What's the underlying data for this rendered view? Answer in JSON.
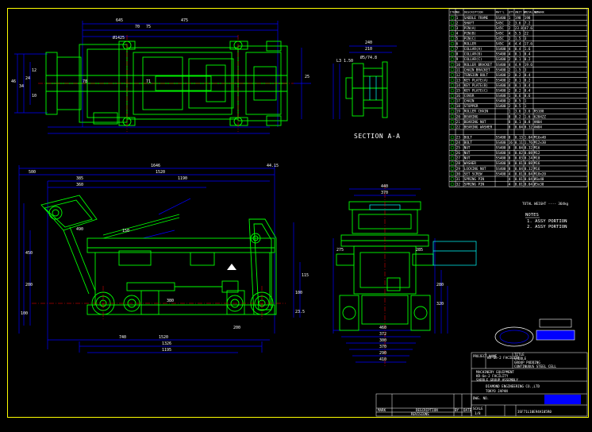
{
  "top_view": {
    "dims_top": [
      "645",
      "475",
      "70",
      "75"
    ],
    "dims_left": [
      "46",
      "34",
      "24",
      "12",
      "10"
    ],
    "labels": [
      "Ø1425",
      "78",
      "71",
      "25"
    ]
  },
  "section": {
    "label": "SECTION A-A",
    "dims": [
      "240",
      "210",
      "Ø5/74.8",
      "L3 1.50"
    ]
  },
  "side_view": {
    "dims_top": [
      "1646",
      "1520",
      "1190",
      "500",
      "385",
      "360",
      "44.15"
    ],
    "dims_bottom": [
      "1520",
      "1326",
      "1195",
      "490",
      "380",
      "200",
      "740"
    ],
    "dims_left": [
      "100",
      "150",
      "200",
      "450"
    ],
    "dims_right": [
      "100",
      "115",
      "23.5"
    ]
  },
  "end_view": {
    "dims_top": [
      "440",
      "370"
    ],
    "dims_bottom": [
      "460",
      "372",
      "300",
      "370",
      "290",
      "410"
    ],
    "dims_side": [
      "275",
      "285",
      "280",
      "320"
    ]
  },
  "bom": {
    "headers": [
      "ITEM",
      "NO.",
      "DESCRIPTION",
      "MAT'L",
      "QTY",
      "UNIT WT.",
      "TOTAL WT.",
      "REMARK"
    ],
    "rows": [
      [
        "1",
        "SADDLE FRAME",
        "SS400",
        "1",
        "198",
        "198",
        ""
      ],
      [
        "2",
        "SHAFT",
        "S45C",
        "2",
        "3.6",
        "7.2",
        ""
      ],
      [
        "3",
        "PIN(A)",
        "S45C",
        "2",
        "23.8",
        "47.6",
        ""
      ],
      [
        "4",
        "PIN(B)",
        "S45C",
        "4",
        "5.5",
        "22",
        ""
      ],
      [
        "5",
        "PIN(C)",
        "S45C",
        "2",
        "1.5",
        "3",
        ""
      ],
      [
        "6",
        "ROLLER",
        "S45C",
        "4",
        "4.4",
        "17.6",
        ""
      ],
      [
        "7",
        "COLLAR(A)",
        "SS400",
        "4",
        "0.4",
        "1.6",
        ""
      ],
      [
        "8",
        "COLLAR(B)",
        "SS400",
        "4",
        "0.1",
        "0.4",
        ""
      ],
      [
        "9",
        "COLLAR(C)",
        "SS400",
        "2",
        "0.1",
        "0.2",
        ""
      ],
      [
        "10",
        "ROLLER BRACKET",
        "SS400",
        "4",
        "4.9",
        "19.6",
        ""
      ],
      [
        "11",
        "CHAIN BRACKET",
        "SS400",
        "2",
        "1.5",
        "3",
        ""
      ],
      [
        "12",
        "TENSION BOLT",
        "SS400",
        "2",
        "0.2",
        "0.4",
        ""
      ],
      [
        "13",
        "KEY PLATE(A)",
        "SS400",
        "2",
        "0.1",
        "0.2",
        ""
      ],
      [
        "14",
        "KEY PLATE(B)",
        "SS400",
        "4",
        "0.1",
        "0.4",
        ""
      ],
      [
        "15",
        "KEY PLATE(C)",
        "SS400",
        "2",
        "0.2",
        "0.4",
        ""
      ],
      [
        "16",
        "COVER",
        "SS400",
        "1",
        "0.6",
        "0.6",
        ""
      ],
      [
        "17",
        "CHAIN",
        "SS400",
        "2",
        "0.5",
        "1",
        ""
      ],
      [
        "18",
        "STOPPER",
        "SS400",
        "2",
        "0.5",
        "1",
        ""
      ],
      [
        "19",
        "ROLLER CHAIN",
        "",
        "1",
        "3.6",
        "3.6",
        "RS100"
      ],
      [
        "20",
        "BEARING",
        "",
        "8",
        "0.2",
        "1.6",
        "6204ZZ"
      ],
      [
        "21",
        "BEARING NUT",
        "",
        "8",
        "0.1",
        "0.8",
        "AN04"
      ],
      [
        "22",
        "BEARING WASHER",
        "",
        "8",
        "0.04",
        "0.32",
        "AW04"
      ],
      [
        "",
        "",
        "",
        "",
        "",
        "",
        ""
      ],
      [
        "23",
        "BOLT",
        "SS400",
        "8",
        "0.13",
        "1.04",
        "M16x40"
      ],
      [
        "24",
        "BOLT",
        "SS400",
        "16",
        "0.11",
        "1.76",
        "M12x30"
      ],
      [
        "25",
        "NUT",
        "SS400",
        "8",
        "0.04",
        "0.32",
        "M16"
      ],
      [
        "26",
        "NUT",
        "SS400",
        "4",
        "0.02",
        "0.08",
        "M12"
      ],
      [
        "27",
        "NUT",
        "SS400",
        "8",
        "0.03",
        "0.24",
        "M10"
      ],
      [
        "28",
        "WASHER",
        "SS400",
        "8",
        "0.01",
        "0.08",
        "M16"
      ],
      [
        "29",
        "LOCKING NUT",
        "SS400",
        "8",
        "0.04",
        "0.32",
        "M16"
      ],
      [
        "30",
        "SET SCREW",
        "SS400",
        "4",
        "0.01",
        "0.04",
        "M10x20"
      ],
      [
        "31",
        "SPRING PIN",
        "",
        "4",
        "0.01",
        "0.04",
        "Ø6x40"
      ],
      [
        "32",
        "SPRING PIN",
        "",
        "4",
        "0.01",
        "0.04",
        "Ø5x30"
      ]
    ],
    "total_label": "TOTAL WEIGHT ---- 364kg"
  },
  "notes": {
    "title": "NOTES",
    "items": [
      "1. ASSY PORTION",
      "2. ASSY PORTION"
    ]
  },
  "stamp": {
    "box1": "",
    "box2": ""
  },
  "title_block": {
    "project_label": "PROJECT NAME",
    "project_value": "KR-6e-2 FACILITY",
    "title_label": "TITLE",
    "title_lines": [
      "SADDLE",
      "GROUP PUDDING",
      "CONTINUOUS STEEL CELL"
    ],
    "sub_lines": [
      "MACHINERY EQUIPMENT",
      "KR-6e-2 FACILITY",
      "SADDLE GROUP ASSEMBLY"
    ],
    "company": "DIAMOND ENGINEERING CO.,LTD",
    "city": "TOKYO JAPAN",
    "dwg_no_label": "DWG. NO.",
    "dwg_no": "3SF71L10E94A105R0",
    "scale_label": "SCALE",
    "scale": "1/8",
    "rev_label": "REVISIONS",
    "rev_cols": [
      "MARK",
      "DESCRIPTION",
      "BY",
      "DATE"
    ]
  },
  "colors": {
    "frame": "#ffff00",
    "part": "#00ff00",
    "dimension": "#0000ff",
    "text": "#ffffff",
    "center": "#ff0000",
    "accent": "#00ffff"
  }
}
